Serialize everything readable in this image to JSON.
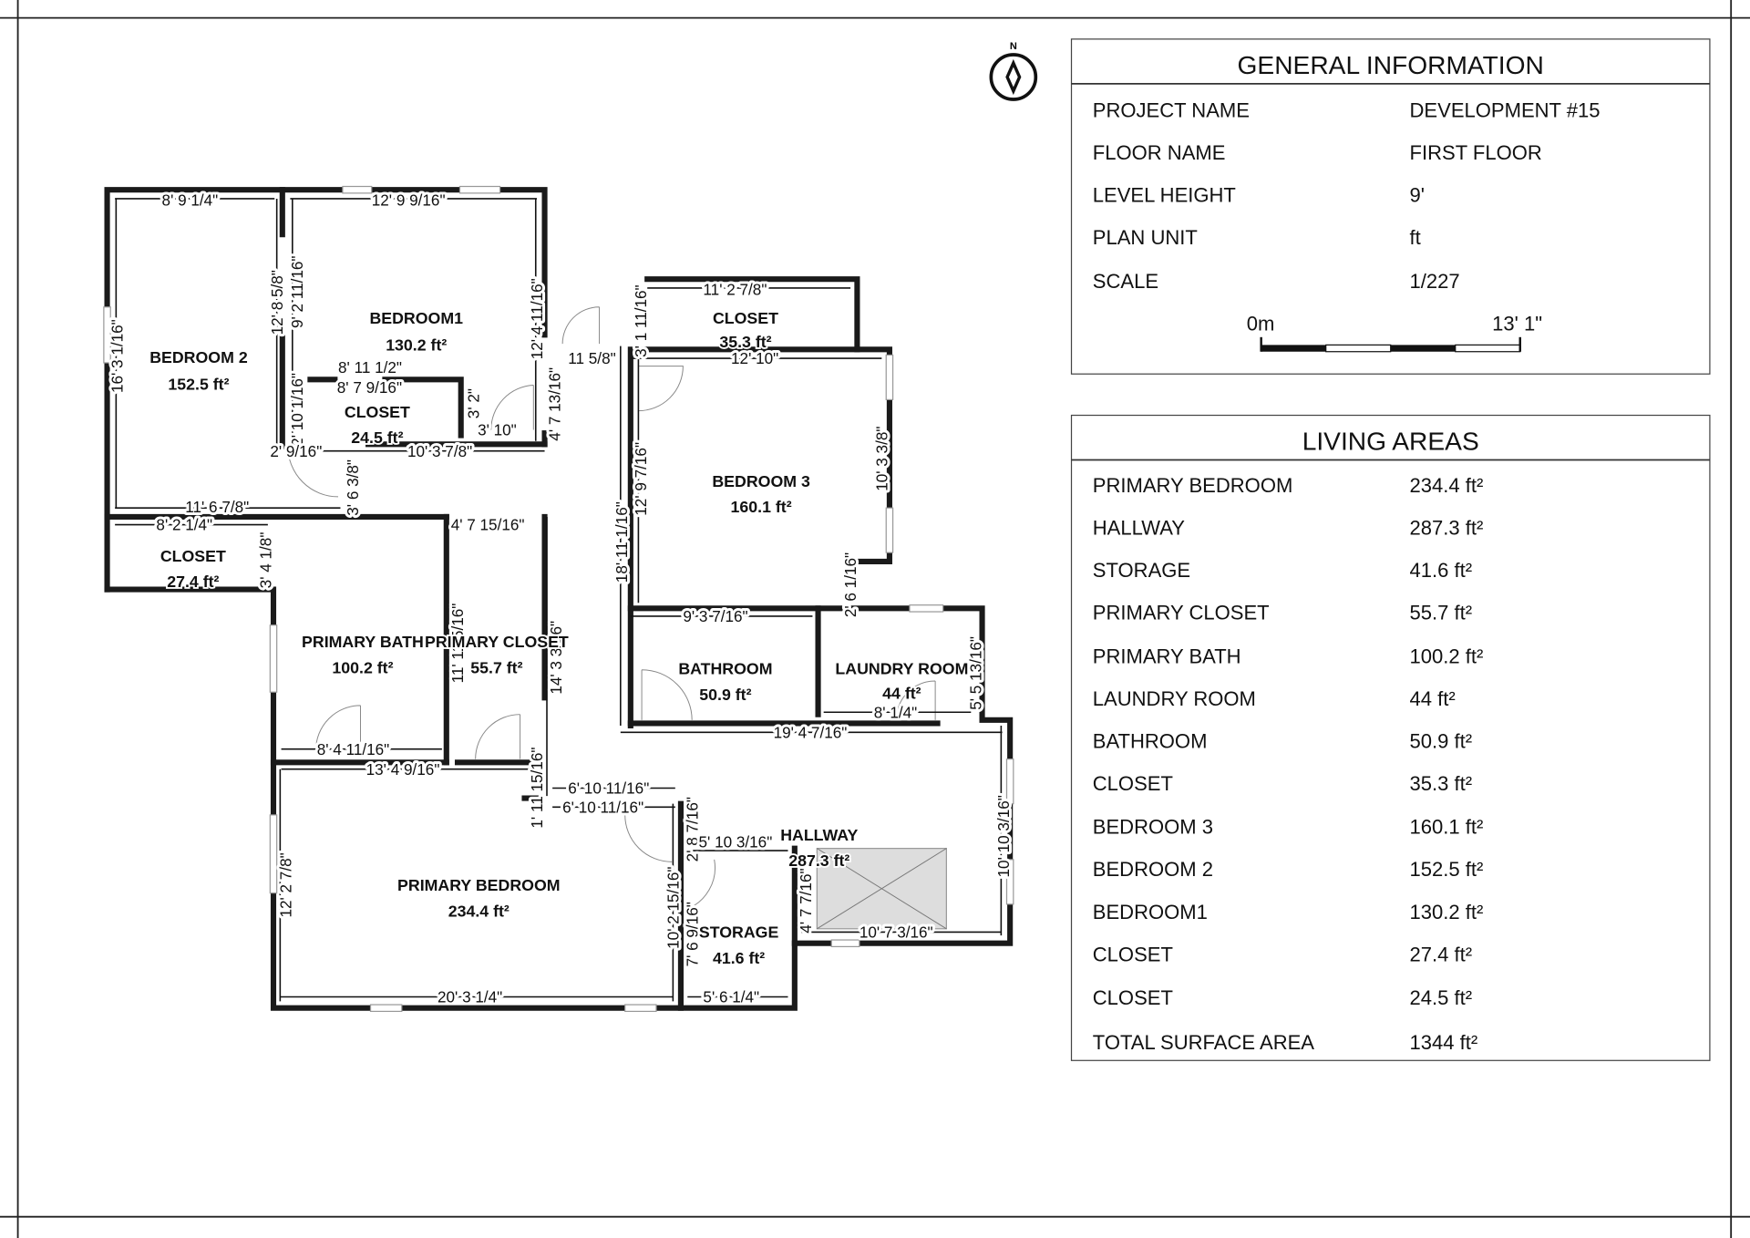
{
  "compass": {
    "label": "N",
    "icon": "compass-icon"
  },
  "general_information": {
    "title": "GENERAL INFORMATION",
    "rows": [
      {
        "label": "PROJECT NAME",
        "value": "DEVELOPMENT #15"
      },
      {
        "label": "FLOOR NAME",
        "value": "FIRST FLOOR"
      },
      {
        "label": "LEVEL HEIGHT",
        "value": "9'"
      },
      {
        "label": "PLAN UNIT",
        "value": "ft"
      },
      {
        "label": "SCALE",
        "value": "1/227"
      }
    ],
    "scale_bar": {
      "start": "0m",
      "end": "13' 1\""
    }
  },
  "living_areas": {
    "title": "LIVING AREAS",
    "rows": [
      {
        "label": "PRIMARY BEDROOM",
        "value": "234.4 ft²"
      },
      {
        "label": "HALLWAY",
        "value": "287.3 ft²"
      },
      {
        "label": "STORAGE",
        "value": "41.6 ft²"
      },
      {
        "label": "PRIMARY CLOSET",
        "value": "55.7 ft²"
      },
      {
        "label": "PRIMARY BATH",
        "value": "100.2 ft²"
      },
      {
        "label": "LAUNDRY ROOM",
        "value": "44 ft²"
      },
      {
        "label": "BATHROOM",
        "value": "50.9 ft²"
      },
      {
        "label": "CLOSET",
        "value": "35.3 ft²"
      },
      {
        "label": "BEDROOM 3",
        "value": "160.1 ft²"
      },
      {
        "label": "BEDROOM 2",
        "value": "152.5 ft²"
      },
      {
        "label": "BEDROOM1",
        "value": "130.2 ft²"
      },
      {
        "label": "CLOSET",
        "value": "27.4 ft²"
      },
      {
        "label": "CLOSET",
        "value": "24.5 ft²"
      }
    ],
    "total": {
      "label": "TOTAL SURFACE AREA",
      "value": "1344 ft²"
    }
  },
  "rooms": [
    {
      "name": "BEDROOM 2",
      "area": "152.5 ft²"
    },
    {
      "name": "BEDROOM1",
      "area": "130.2 ft²"
    },
    {
      "name": "CLOSET",
      "area": "24.5 ft²"
    },
    {
      "name": "CLOSET",
      "area": "35.3 ft²"
    },
    {
      "name": "BEDROOM 3",
      "area": "160.1 ft²"
    },
    {
      "name": "CLOSET",
      "area": "27.4 ft²"
    },
    {
      "name": "PRIMARY BATH",
      "area": "100.2 ft²"
    },
    {
      "name": "PRIMARY CLOSET",
      "area": "55.7 ft²"
    },
    {
      "name": "BATHROOM",
      "area": "50.9 ft²"
    },
    {
      "name": "LAUNDRY ROOM",
      "area": "44 ft²"
    },
    {
      "name": "PRIMARY BEDROOM",
      "area": "234.4 ft²"
    },
    {
      "name": "HALLWAY",
      "area": "287.3 ft²"
    },
    {
      "name": "STORAGE",
      "area": "41.6 ft²"
    }
  ],
  "dimensions": [
    "8' 9 1/4\"",
    "12' 9 9/16\"",
    "16' 3 1/16\"",
    "12' 8 5/8\"",
    "9' 2 11/16\"",
    "12' 4 11/16\"",
    "8' 11 1/2\"",
    "8' 7 9/16\"",
    "2' 10 1/16\"",
    "3' 2\"",
    "3' 10\"",
    "4' 7 13/16\"",
    "11 5/8\"",
    "2' 9/16\"",
    "10' 3 7/8\"",
    "3' 6 3/8\"",
    "11' 6 7/8\"",
    "8' 2 1/4\"",
    "3' 4 1/8\"",
    "4' 7 15/16\"",
    "11' 11 5/16\"",
    "14' 3 3/16\"",
    "8' 4 11/16\"",
    "13' 4 9/16\"",
    "1' 11 15/16\"",
    "6' 10 11/16\"",
    "6' 10 11/16\"",
    "2' 8 7/16\"",
    "5' 10 3/16\"",
    "10' 2 15/16\"",
    "7' 6 9/16\"",
    "4' 7 7/16\"",
    "12' 2 7/8\"",
    "20' 3 1/4\"",
    "5' 6 1/4\"",
    "10' 7 3/16\"",
    "10' 10 3/16\"",
    "19' 4 7/16\"",
    "8' 1/4\"",
    "5' 5 13/16\"",
    "2' 6 1/16\"",
    "9' 3 7/16\"",
    "10' 3 3/8\"",
    "12' 9 7/16\"",
    "18' 11 1/16\"",
    "12' 10\"",
    "3' 1 11/16\"",
    "11' 2 7/8\""
  ]
}
